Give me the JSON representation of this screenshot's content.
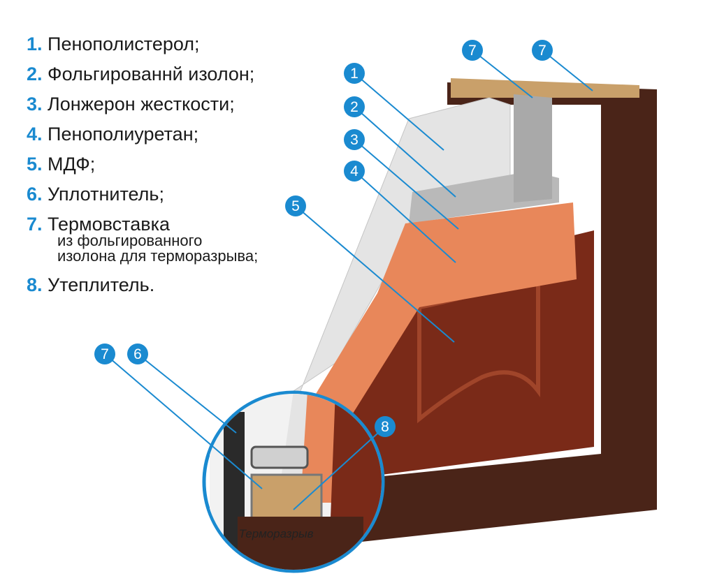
{
  "legend": [
    {
      "num": "1.",
      "label": "Пенополистерол;"
    },
    {
      "num": "2.",
      "label": "Фольгированнй изолон;"
    },
    {
      "num": "3.",
      "label": "Лонжерон жесткости;"
    },
    {
      "num": "4.",
      "label": "Пенополиуретан;"
    },
    {
      "num": "5.",
      "label": "МДФ;"
    },
    {
      "num": "6.",
      "label": "Уплотнитель;"
    },
    {
      "num": "7.",
      "label": "Термовставка",
      "sub1": "из фольгированного",
      "sub2": "изолона для терморазрыва;"
    },
    {
      "num": "8.",
      "label": "Утеплитель."
    }
  ],
  "markers": [
    "1",
    "2",
    "3",
    "4",
    "5",
    "7",
    "7",
    "7",
    "6",
    "8"
  ],
  "callout_label": "Терморазрыв",
  "colors": {
    "accent": "#1a8ad0",
    "frame": "#4a2418",
    "mdf": "#e8875a",
    "foam": "#e4e4e4",
    "panel": "#7a2a18"
  }
}
